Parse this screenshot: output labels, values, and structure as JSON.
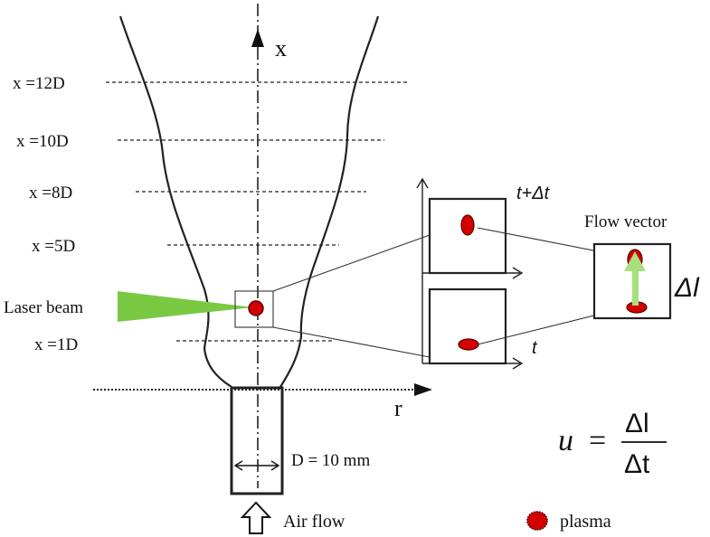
{
  "axes": {
    "x_label": "x",
    "r_label": "r"
  },
  "stations": [
    {
      "label": "x =12D"
    },
    {
      "label": "x =10D"
    },
    {
      "label": "x =8D"
    },
    {
      "label": "x =5D"
    },
    {
      "label": "x =1D"
    }
  ],
  "laser_label": "Laser beam",
  "nozzle_label": "D = 10 mm",
  "air_flow_label": "Air flow",
  "frames": {
    "later_label": "t+Δt",
    "earlier_label": "t"
  },
  "flow_vector": {
    "title": "Flow vector",
    "displacement_label": "Δl"
  },
  "equation": {
    "lhs": "u",
    "equals": "=",
    "numerator": "Δl",
    "denominator": "Δt"
  },
  "legend": {
    "plasma_label": "plasma"
  },
  "colors": {
    "plasma_fill": "#d40000",
    "plasma_edge": "#5a0000",
    "laser_green": "#7ac943",
    "vector_green": "#a6e07a",
    "line": "#222222"
  }
}
